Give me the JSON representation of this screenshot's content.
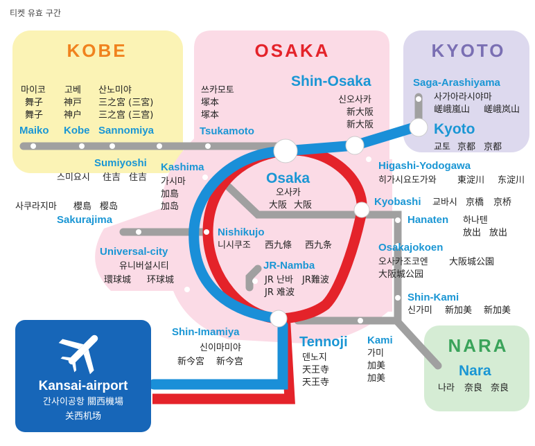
{
  "page_title": "티켓 유효 구간",
  "regions": {
    "kobe": "KOBE",
    "osaka": "OSAKA",
    "kyoto": "KYOTO",
    "nara": "NARA"
  },
  "colors": {
    "kobe_bg": "#fbf3b5",
    "osaka_bg": "#fbdbe6",
    "kyoto_bg": "#ddd9ee",
    "nara_bg": "#d5ecd4",
    "kobe_text": "#f0821e",
    "osaka_text": "#e4232a",
    "kyoto_text": "#7a6fb3",
    "nara_text": "#3aa35a",
    "station_en": "#1a96d4",
    "line_blue": "#1a8fd8",
    "line_red": "#e4232a",
    "line_gray": "#a0a0a0",
    "airport_box": "#1766b8"
  },
  "stations": {
    "maiko": {
      "en": "Maiko",
      "ko": "마이코",
      "ja": "舞子",
      "zh": "舞子"
    },
    "kobe": {
      "en": "Kobe",
      "ko": "고베",
      "ja": "神戸",
      "zh": "神户"
    },
    "sannomiya": {
      "en": "Sannomiya",
      "ko": "산노미야",
      "ja": "三之宮 (三宮)",
      "zh": "三之宫 (三宫)"
    },
    "tsukamoto": {
      "en": "Tsukamoto",
      "ko": "쓰카모토",
      "ja": "塚本",
      "zh": "塚本"
    },
    "shin_osaka": {
      "en": "Shin-Osaka",
      "ko": "신오사카",
      "ja": "新大阪",
      "zh": "新大阪"
    },
    "saga": {
      "en": "Saga-Arashiyama",
      "ko": "사가아라시야마",
      "ja": "嵯峨嵐山",
      "zh": "嵯峨岚山"
    },
    "kyoto": {
      "en": "Kyoto",
      "ko": "교토",
      "ja": "京都",
      "zh": "京都"
    },
    "higashi": {
      "en": "Higashi-Yodogawa",
      "ko": "히가시요도가와",
      "ja": "東淀川",
      "zh": "东淀川"
    },
    "sumiyoshi": {
      "en": "Sumiyoshi",
      "ko": "스미요시",
      "ja": "住吉",
      "zh": "住吉"
    },
    "kashima": {
      "en": "Kashima",
      "ko": "가시마",
      "ja": "加島",
      "zh": "加岛"
    },
    "osaka": {
      "en": "Osaka",
      "ko": "오사카",
      "ja": "大阪",
      "zh": "大阪"
    },
    "sakurajima": {
      "en": "Sakurajima",
      "ko": "사쿠라지마",
      "ja": "櫻島",
      "zh": "樱岛"
    },
    "kyobashi": {
      "en": "Kyobashi",
      "ko": "교바시",
      "ja": "京橋",
      "zh": "京桥"
    },
    "hanaten": {
      "en": "Hanaten",
      "ko": "하나텐",
      "ja": "放出",
      "zh": "放出"
    },
    "nishikujo": {
      "en": "Nishikujo",
      "ko": "니시쿠조",
      "ja": "西九條",
      "zh": "西九条"
    },
    "universal": {
      "en": "Universal-city",
      "ko": "유니버설시티",
      "ja": "環球城",
      "zh": "环球城"
    },
    "osakajokoen": {
      "en": "Osakajokoen",
      "ko": "오사카조코엔",
      "ja": "大阪城公園",
      "zh": "大阪城公园"
    },
    "jr_namba": {
      "en": "JR-Namba",
      "ko": "JR 난바",
      "ja": "JR難波",
      "zh": "JR 难波"
    },
    "shin_kami": {
      "en": "Shin-Kami",
      "ko": "신가미",
      "ja": "新加美",
      "zh": "新加美"
    },
    "shin_imamiya": {
      "en": "Shin-Imamiya",
      "ko": "신이마미야",
      "ja": "新今宮",
      "zh": "新今宫"
    },
    "tennoji": {
      "en": "Tennoji",
      "ko": "덴노지",
      "ja": "天王寺",
      "zh": "天王寺"
    },
    "kami": {
      "en": "Kami",
      "ko": "가미",
      "ja": "加美",
      "zh": "加美"
    },
    "nara": {
      "en": "Nara",
      "ko": "나라",
      "ja": "奈良",
      "zh": "奈良"
    }
  },
  "airport": {
    "icon": "airplane-icon",
    "en": "Kansai-airport",
    "ko_ja": "간사이공항 關西機場",
    "zh": "关西机场"
  }
}
